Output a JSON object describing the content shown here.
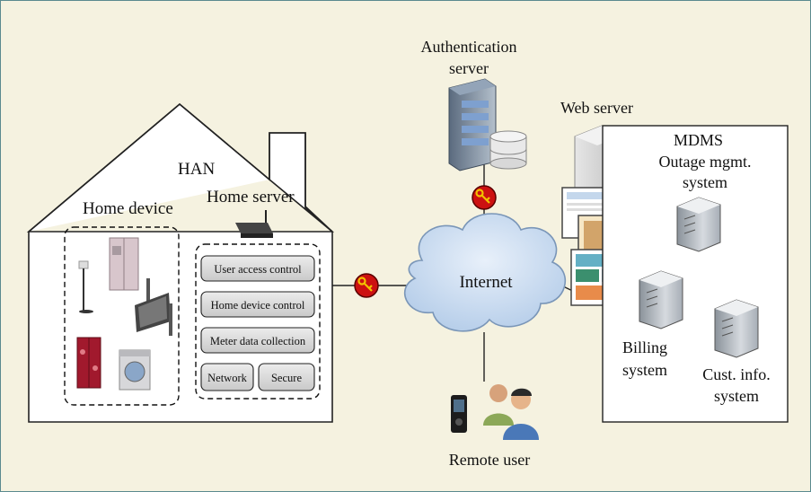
{
  "han": {
    "title": "HAN",
    "home_device": "Home device",
    "home_server": "Home server"
  },
  "server_functions": {
    "user_access_control": "User access control",
    "home_device_control": "Home device control",
    "meter_data_collection": "Meter data collection",
    "network": "Network",
    "secure": "Secure"
  },
  "internet": "Internet",
  "authentication_server": {
    "line1": "Authentication",
    "line2": "server"
  },
  "web_server": "Web server",
  "mdms": {
    "title": "MDMS",
    "outage_line1": "Outage mgmt.",
    "outage_line2": "system",
    "billing_line1": "Billing",
    "billing_line2": "system",
    "cust_line1": "Cust. info.",
    "cust_line2": "system"
  },
  "remote_user": "Remote user",
  "colors": {
    "background": "#f5f2e0",
    "frame_border": "#5b8a8f",
    "cloud": "#c9dbf0",
    "key_badge": "#cc1111",
    "key_icon": "#f2c200"
  },
  "icons": [
    "lamp-icon",
    "refrigerator-icon",
    "tv-speaker-icon",
    "red-fridge-icon",
    "washing-machine-icon",
    "router-icon",
    "server-rack-icon",
    "database-icon",
    "tower-server-icon",
    "monitor-screenshot-icon",
    "key-icon",
    "phone-icon",
    "users-icon"
  ]
}
